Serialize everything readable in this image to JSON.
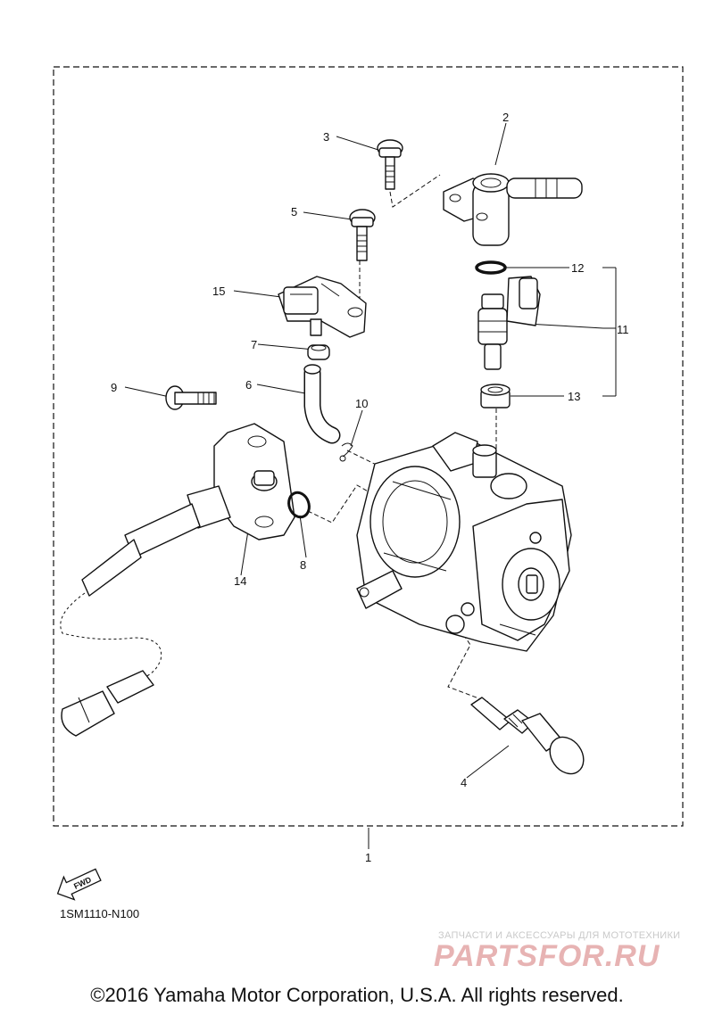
{
  "callouts": {
    "c1": "1",
    "c2": "2",
    "c3": "3",
    "c4": "4",
    "c5": "5",
    "c6": "6",
    "c7": "7",
    "c8": "8",
    "c9": "9",
    "c10": "10",
    "c11": "11",
    "c12": "12",
    "c13": "13",
    "c14": "14",
    "c15": "15"
  },
  "direction_badge": "FWD",
  "catalog_code": "1SM1110-N100",
  "watermark": {
    "caption": "ЗАПЧАСТИ И АКСЕССУАРЫ ДЛЯ МОТОТЕХНИКИ",
    "logo": "PARTSFOR.RU"
  },
  "copyright": "©2016 Yamaha Motor Corporation, U.S.A. All rights reserved."
}
